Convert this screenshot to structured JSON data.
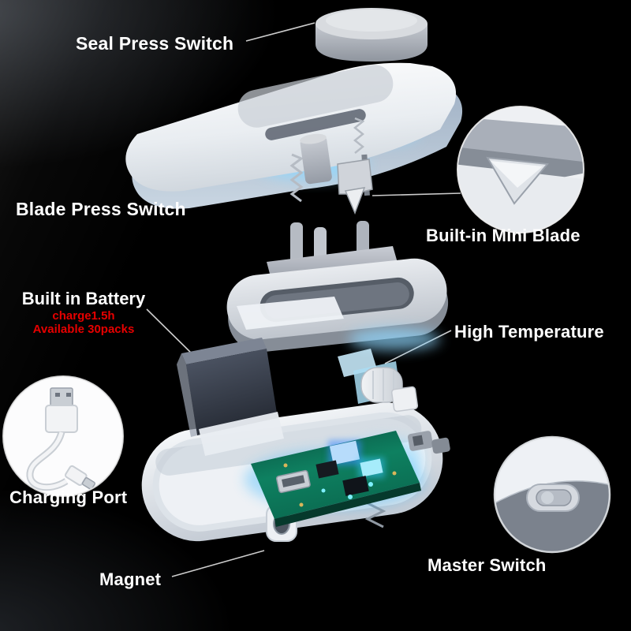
{
  "page": {
    "title": "Mini bag sealer exploded parts diagram"
  },
  "labels": {
    "seal_press_switch": "Seal Press Switch",
    "blade_press_switch": "Blade Press Switch",
    "built_in_mini_blade": "Built-in Mini Blade",
    "built_in_battery": "Built in Battery",
    "battery_note_line1": "charge1.5h",
    "battery_note_line2": "Available 30packs",
    "high_temperature": "High Temperature",
    "charging_port": "Charging Port",
    "magnet": "Magnet",
    "master_switch": "Master Switch"
  },
  "insets": {
    "blade_closeup": "built-in mini blade close-up",
    "charging_cable": "usb charging cable with micro-usb plug",
    "master_switch_closeup": "master switch close-up"
  },
  "colors": {
    "background": "#000000",
    "label_text": "#ffffff",
    "battery_note": "#e60000",
    "glow_blue": "#8fd8ff",
    "shell_white": "#eef1f4",
    "pcb_green": "#0d8a66"
  }
}
